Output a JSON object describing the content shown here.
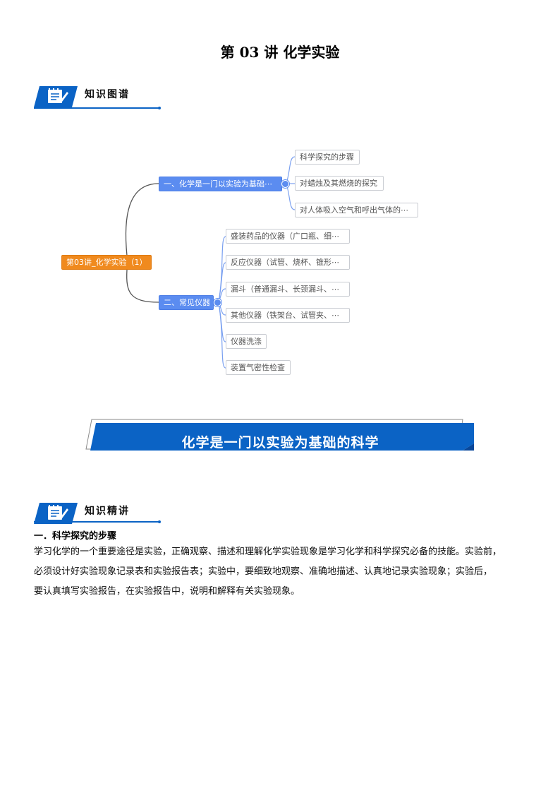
{
  "page": {
    "title": "第 03 讲  化学实验"
  },
  "sections": {
    "map_label": "知识图谱",
    "detail_label": "知识精讲"
  },
  "mindmap": {
    "root": "第03讲_化学实验（1）",
    "branches": [
      {
        "label": "一、化学是一门以实验为基础⋯",
        "children": [
          "科学探究的步骤",
          "对蜡烛及其燃烧的探究",
          "对人体吸入空气和呼出气体的⋯"
        ]
      },
      {
        "label": "二、常见仪器",
        "children": [
          "盛装药品的仪器（广口瓶、细⋯",
          "反应仪器（试管、烧杯、锥形⋯",
          "漏斗（普通漏斗、长颈漏斗、⋯",
          "其他仪器（铁架台、试管夹、⋯",
          "仪器洗涤",
          "装置气密性检查"
        ]
      }
    ]
  },
  "banner": {
    "text": "化学是一门以实验为基础的科学"
  },
  "content": {
    "heading": "一．科学探究的步骤",
    "lines": [
      "学习化学的一个重要途径是实验，正确观察、描述和理解化学实验现象是学习化学和科学探究必备的技能。实验前，",
      "必须设计好实验现象记录表和实验报告表；实验中，要细致地观察、准确地描述、认真地记录实验现象；实验后，",
      "要认真填写实验报告，在实验报告中，说明和解释有关实验现象。"
    ]
  },
  "colors": {
    "accent_blue": "#0b63c5",
    "node_blue": "#5b8cf0",
    "root_orange": "#f08a1e"
  }
}
